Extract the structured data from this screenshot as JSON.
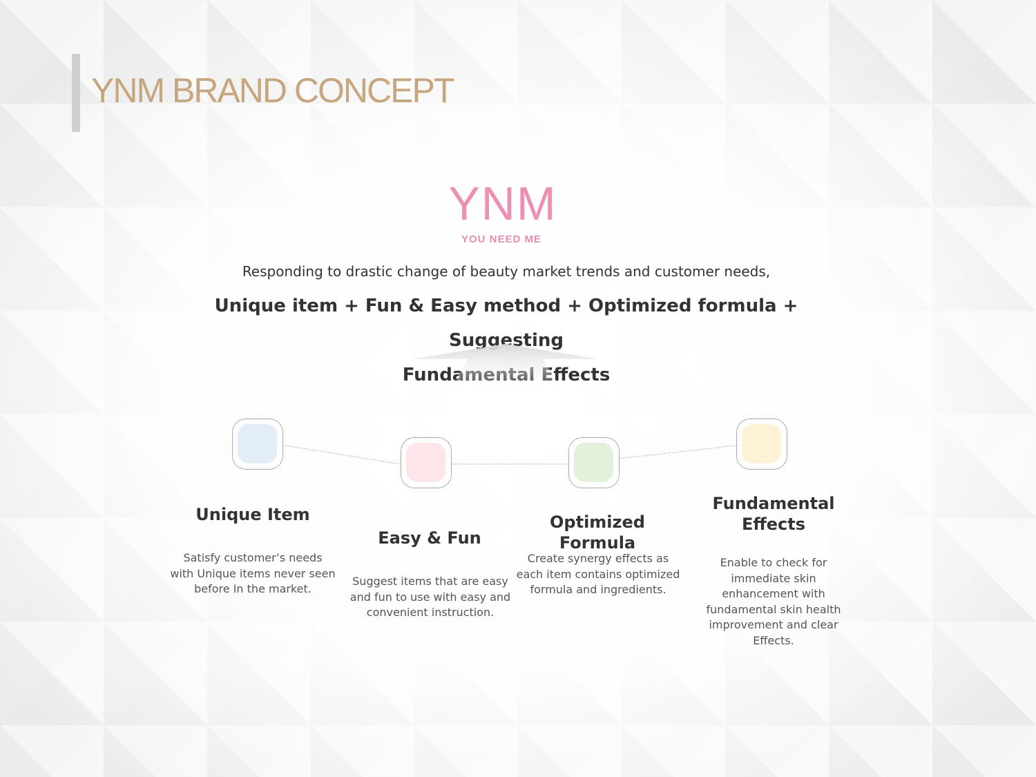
{
  "header": {
    "title": "YNM BRAND CONCEPT"
  },
  "logo": {
    "wordmark": "YNM",
    "tagline": "YOU NEED ME"
  },
  "intro": "Responding to drastic change of beauty market trends and customer needs,",
  "formula": {
    "line1": "Unique item  +  Fun & Easy method  +  Optimized formula  +  Suggesting",
    "line2": "Fundamental Effects"
  },
  "features": [
    {
      "title": "Unique Item",
      "description": "Satisfy customer’s needs with Unique items never seen before In the market.",
      "color": "#e3edf8"
    },
    {
      "title": "Easy & Fun",
      "description": "Suggest items that are easy and fun to use with easy and convenient instruction.",
      "color": "#fde6ea"
    },
    {
      "title": "Optimized Formula",
      "description": "Create synergy effects as each item contains optimized formula and ingredients.",
      "color": "#e3f0da"
    },
    {
      "title": "Fundamental Effects",
      "description": "Enable to check for immediate skin enhancement with fundamental skin health improvement and clear Effects.",
      "color": "#fdf2d6"
    }
  ],
  "colors": {
    "title": "#c6a67e",
    "logo": "#ec8fb2",
    "text": "#333333"
  }
}
